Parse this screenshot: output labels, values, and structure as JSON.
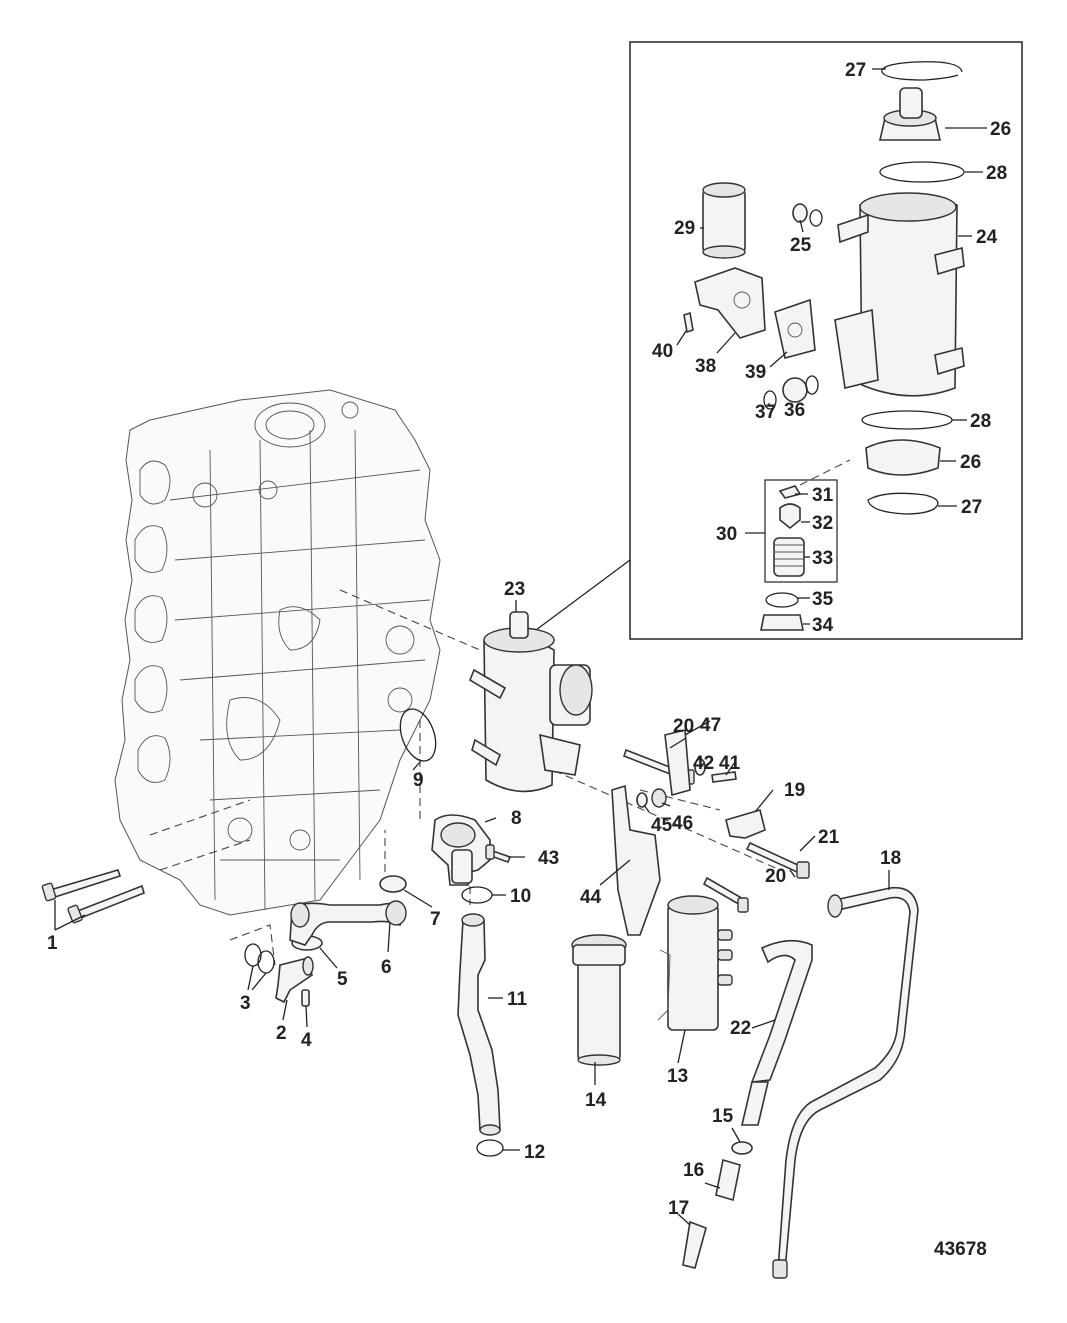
{
  "figure_number": "43678",
  "callouts": [
    {
      "id": "1",
      "text": "1"
    },
    {
      "id": "2",
      "text": "2"
    },
    {
      "id": "3",
      "text": "3"
    },
    {
      "id": "4",
      "text": "4"
    },
    {
      "id": "5",
      "text": "5"
    },
    {
      "id": "6",
      "text": "6"
    },
    {
      "id": "7",
      "text": "7"
    },
    {
      "id": "8",
      "text": "8"
    },
    {
      "id": "9",
      "text": "9"
    },
    {
      "id": "10",
      "text": "10"
    },
    {
      "id": "11",
      "text": "11"
    },
    {
      "id": "12",
      "text": "12"
    },
    {
      "id": "13",
      "text": "13"
    },
    {
      "id": "14",
      "text": "14"
    },
    {
      "id": "15",
      "text": "15"
    },
    {
      "id": "16",
      "text": "16"
    },
    {
      "id": "17",
      "text": "17"
    },
    {
      "id": "18",
      "text": "18"
    },
    {
      "id": "19",
      "text": "19"
    },
    {
      "id": "20a",
      "text": "20"
    },
    {
      "id": "20b",
      "text": "20"
    },
    {
      "id": "21",
      "text": "21"
    },
    {
      "id": "22",
      "text": "22"
    },
    {
      "id": "23",
      "text": "23"
    },
    {
      "id": "24",
      "text": "24"
    },
    {
      "id": "25",
      "text": "25"
    },
    {
      "id": "26a",
      "text": "26"
    },
    {
      "id": "26b",
      "text": "26"
    },
    {
      "id": "27a",
      "text": "27"
    },
    {
      "id": "27b",
      "text": "27"
    },
    {
      "id": "28a",
      "text": "28"
    },
    {
      "id": "28b",
      "text": "28"
    },
    {
      "id": "29",
      "text": "29"
    },
    {
      "id": "30",
      "text": "30"
    },
    {
      "id": "31",
      "text": "31"
    },
    {
      "id": "32",
      "text": "32"
    },
    {
      "id": "33",
      "text": "33"
    },
    {
      "id": "34",
      "text": "34"
    },
    {
      "id": "35",
      "text": "35"
    },
    {
      "id": "36",
      "text": "36"
    },
    {
      "id": "37",
      "text": "37"
    },
    {
      "id": "38",
      "text": "38"
    },
    {
      "id": "39",
      "text": "39"
    },
    {
      "id": "40",
      "text": "40"
    },
    {
      "id": "41",
      "text": "41"
    },
    {
      "id": "42",
      "text": "42"
    },
    {
      "id": "43",
      "text": "43"
    },
    {
      "id": "44",
      "text": "44"
    },
    {
      "id": "45",
      "text": "45"
    },
    {
      "id": "46",
      "text": "46"
    },
    {
      "id": "47",
      "text": "47"
    }
  ]
}
